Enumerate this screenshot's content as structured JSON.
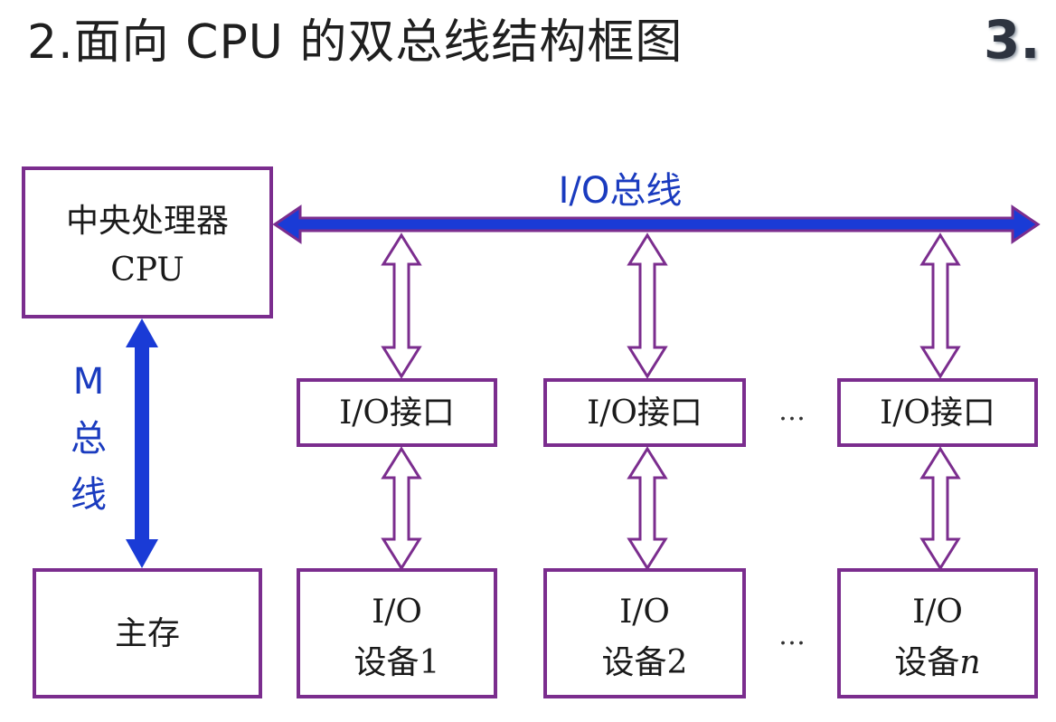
{
  "title": "2.面向 CPU 的双总线结构框图",
  "section_number": "3.",
  "cpu": {
    "line1": "中央处理器",
    "line2": "CPU"
  },
  "io_bus_label": "I/O总线",
  "m_bus_label": [
    "M",
    "总",
    "线"
  ],
  "main_memory": "主存",
  "interfaces": [
    "I/O接口",
    "I/O接口",
    "I/O接口"
  ],
  "devices": [
    {
      "line1": "I/O",
      "line2": "设备",
      "index": "1"
    },
    {
      "line1": "I/O",
      "line2": "设备",
      "index": "2"
    },
    {
      "line1": "I/O",
      "line2": "设备",
      "index": "n"
    }
  ],
  "ellipsis": "…",
  "colors": {
    "box_border": "#7b2d8e",
    "bus_fill": "#1a3bd6",
    "bus_label": "#1a3bbf"
  }
}
